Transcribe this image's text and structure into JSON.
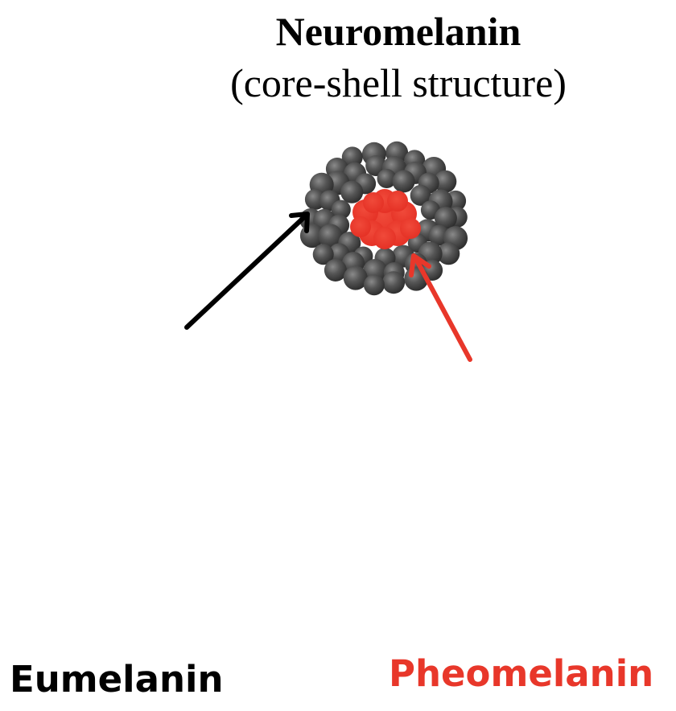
{
  "title": "Neuromelanin",
  "subtitle": "(core-shell structure)",
  "labels": {
    "eumelanin": "Eumelanin",
    "pheomelanin": "Pheomelanin"
  },
  "colors": {
    "eumelanin": "#000000",
    "pheomelanin": "#e8372a",
    "shell_sphere": "#4a4a4a",
    "core": "#e8372a"
  },
  "particle": {
    "shell_component": "Eumelanin",
    "core_component": "Pheomelanin"
  }
}
